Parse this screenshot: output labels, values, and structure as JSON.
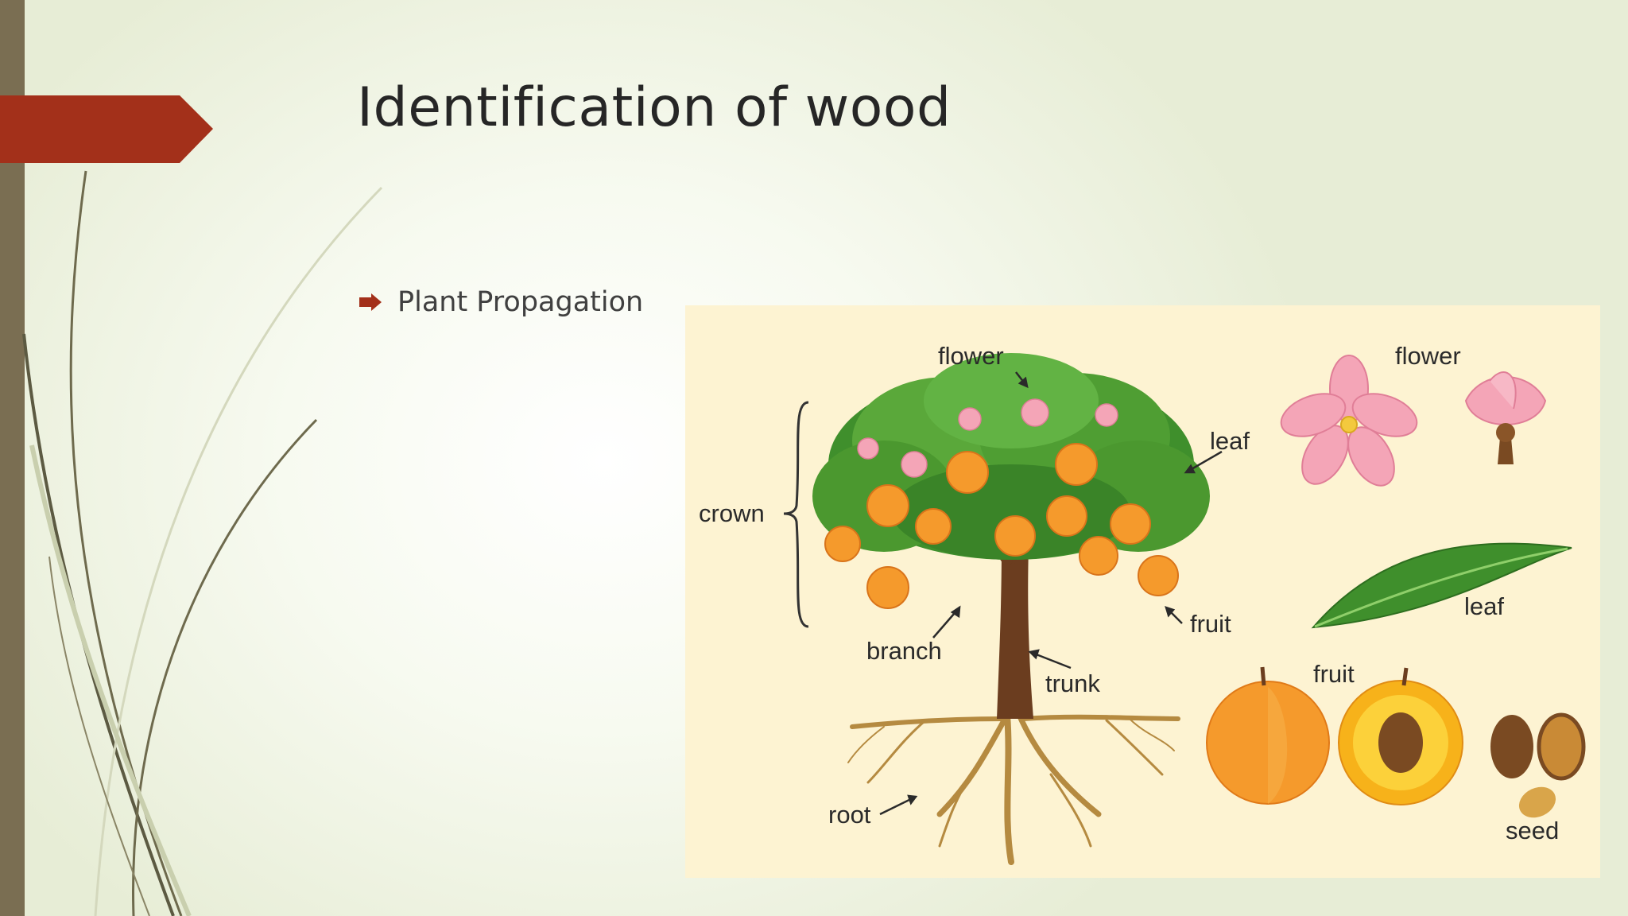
{
  "slide": {
    "title": "Identification of wood",
    "bullets": [
      "Plant Propagation"
    ]
  },
  "diagram": {
    "labels": {
      "flower_top": "flower",
      "leaf_tree": "leaf",
      "crown": "crown",
      "fruit_tree": "fruit",
      "branch": "branch",
      "trunk": "trunk",
      "root": "root",
      "flower_detail": "flower",
      "leaf_detail": "leaf",
      "fruit_detail": "fruit",
      "seed": "seed"
    }
  },
  "colors": {
    "accent": "#a3301a",
    "side_bar": "#7a6e52",
    "title_text": "#262626",
    "diagram_bg": "#fdf3d2",
    "fruit": "#f59a2c",
    "leaf": "#3f8f2c",
    "blossom": "#f4a5b7",
    "trunk": "#6b3d1f"
  },
  "icons": {
    "bullet": "arrow-right-icon",
    "tab": "chevron-tab-icon"
  }
}
